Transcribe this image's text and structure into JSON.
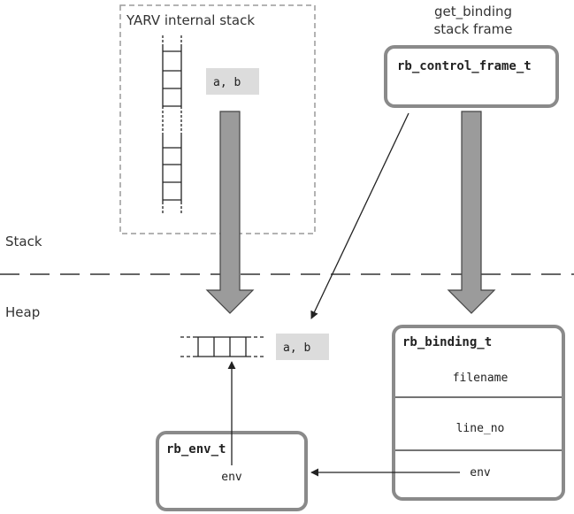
{
  "labels": {
    "yarv_stack_title": "YARV internal stack",
    "get_binding_line1": "get_binding",
    "get_binding_line2": "stack frame",
    "stack": "Stack",
    "heap": "Heap"
  },
  "stack_values": "a, b",
  "heap_values": "a, b",
  "control_frame": {
    "title": "rb_control_frame_t"
  },
  "binding": {
    "title": "rb_binding_t",
    "fields": [
      "filename",
      "line_no",
      "env"
    ]
  },
  "env_struct": {
    "title": "rb_env_t",
    "field": "env"
  },
  "colors": {
    "box_border": "#8a8a8a",
    "dashed_border": "#9a9a9a",
    "big_arrow_fill": "#9b9b9b",
    "value_chip": "#dcdcdc",
    "line": "#222222"
  }
}
